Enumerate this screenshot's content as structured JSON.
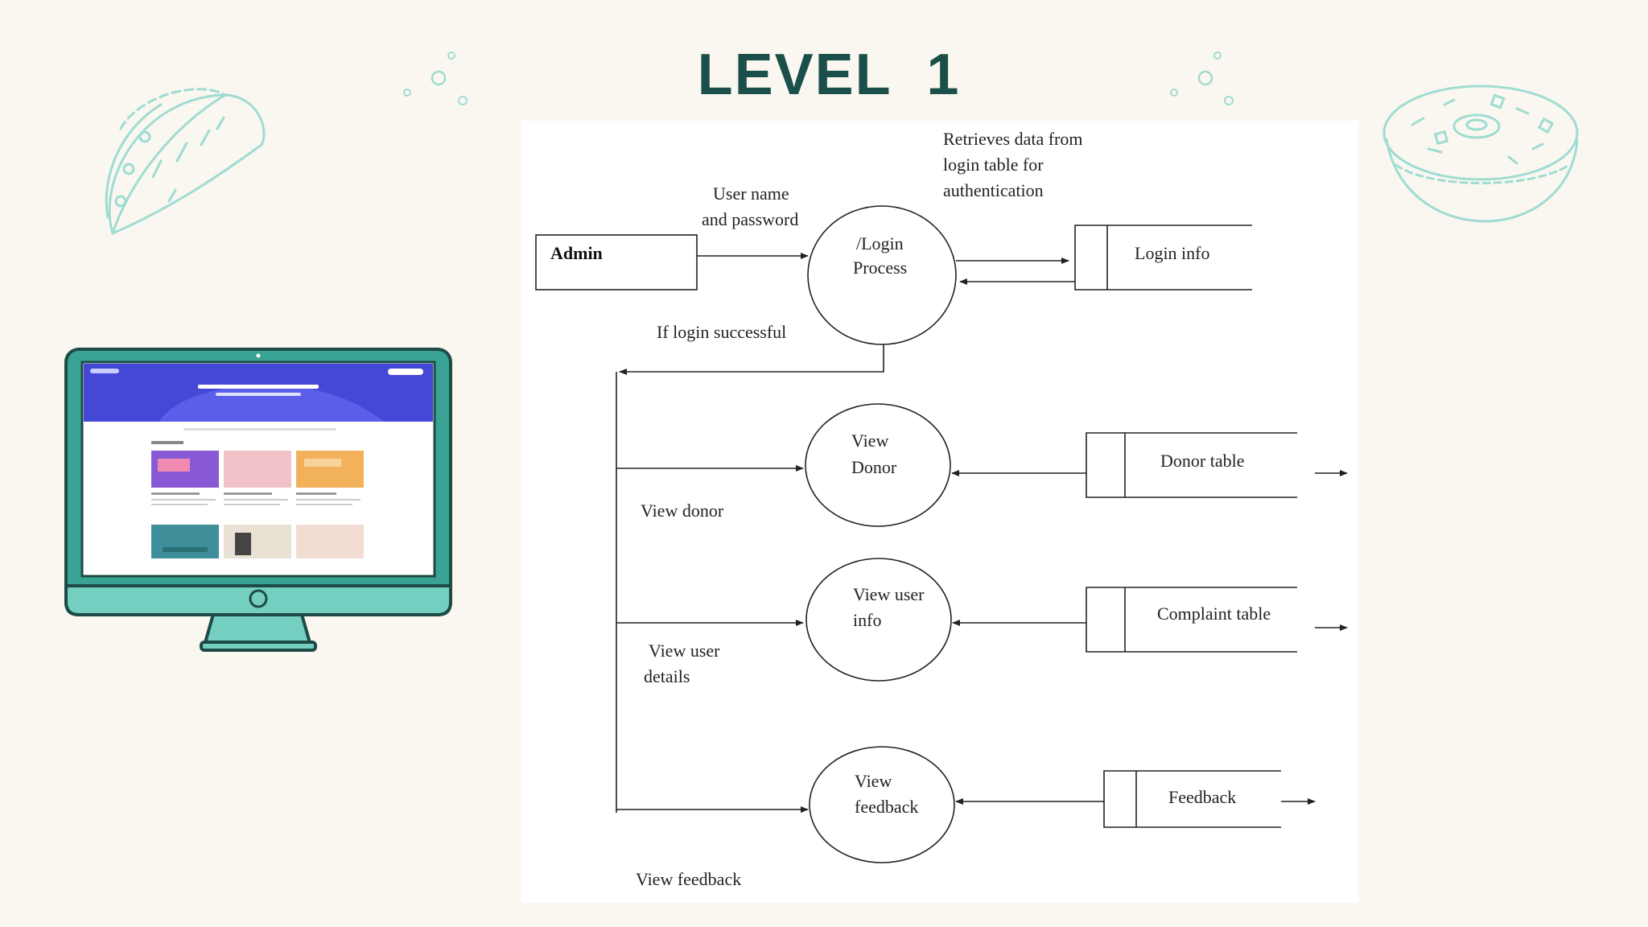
{
  "slide": {
    "title": "LEVEL  1"
  },
  "diagram": {
    "external_entity": "Admin",
    "processes": [
      {
        "id": "login",
        "lines": [
          "/Login",
          "Process"
        ]
      },
      {
        "id": "view-donor",
        "lines": [
          "View",
          "Donor"
        ]
      },
      {
        "id": "view-user-info",
        "lines": [
          "View user",
          "info"
        ]
      },
      {
        "id": "view-feedback",
        "lines": [
          "View",
          "feedback"
        ]
      }
    ],
    "data_stores": [
      {
        "id": "login-info",
        "label": "Login info"
      },
      {
        "id": "donor-table",
        "label": "Donor table"
      },
      {
        "id": "complaint-table",
        "label": "Complaint table"
      },
      {
        "id": "feedback",
        "label": "Feedback"
      }
    ],
    "flow_labels": {
      "user_name": [
        "User name",
        "and password"
      ],
      "retrieves": [
        "Retrieves data from",
        "login table for",
        "authentication"
      ],
      "if_login": "If login successful",
      "view_donor": "View donor",
      "view_user_details": [
        "View user",
        "details"
      ],
      "view_feedback": "View feedback"
    }
  },
  "colors": {
    "background": "#faf7f1",
    "title": "#1b4f4a",
    "monitor_frame": "#3aa396",
    "monitor_stand": "#74cfc1",
    "outline": "#1d4a45",
    "doodle": "#9fdcd2"
  },
  "icons": [
    "taco-doodle-icon",
    "bowl-doodle-icon",
    "bubbles-icon",
    "monitor-icon"
  ]
}
